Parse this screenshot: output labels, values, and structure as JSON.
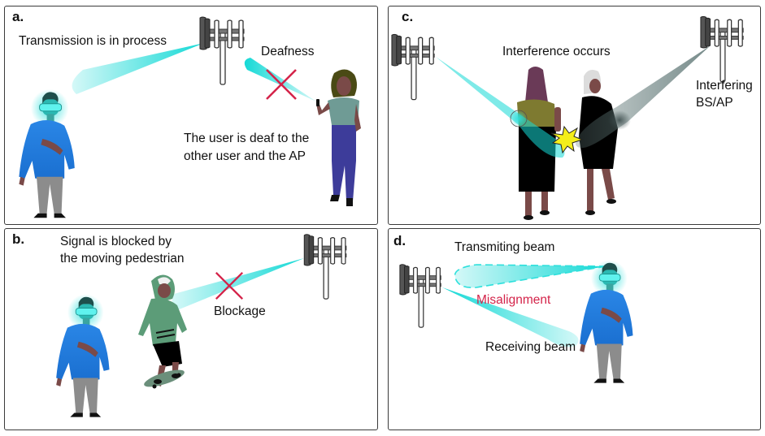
{
  "colors": {
    "beam": "#2ee0dc",
    "interference_beam": "#6f8483",
    "cross": "#d4244a",
    "misalignment_text": "#d4244a",
    "shirt_blue": "#1f7ee0",
    "pants_gray": "#8c8c8c",
    "skin": "#7a4a48",
    "tower": "#555555"
  },
  "panels": {
    "a": {
      "letter": "a.",
      "transmission_label": "Transmission is in process",
      "deafness_label": "Deafness",
      "deaf_caption_line1": "The user is deaf  to the",
      "deaf_caption_line2": "other user and the AP"
    },
    "b": {
      "letter": "b.",
      "blocked_line1": "Signal is blocked by",
      "blocked_line2": "the moving pedestrian",
      "blockage_label": "Blockage"
    },
    "c": {
      "letter": "c.",
      "interference_label": "Interference occurs",
      "interfering_line1": "Interfering",
      "interfering_line2": "BS/AP"
    },
    "d": {
      "letter": "d.",
      "transmitting_label": "Transmiting beam",
      "misalignment_label": "Misalignment",
      "receiving_label": "Receiving beam"
    }
  }
}
